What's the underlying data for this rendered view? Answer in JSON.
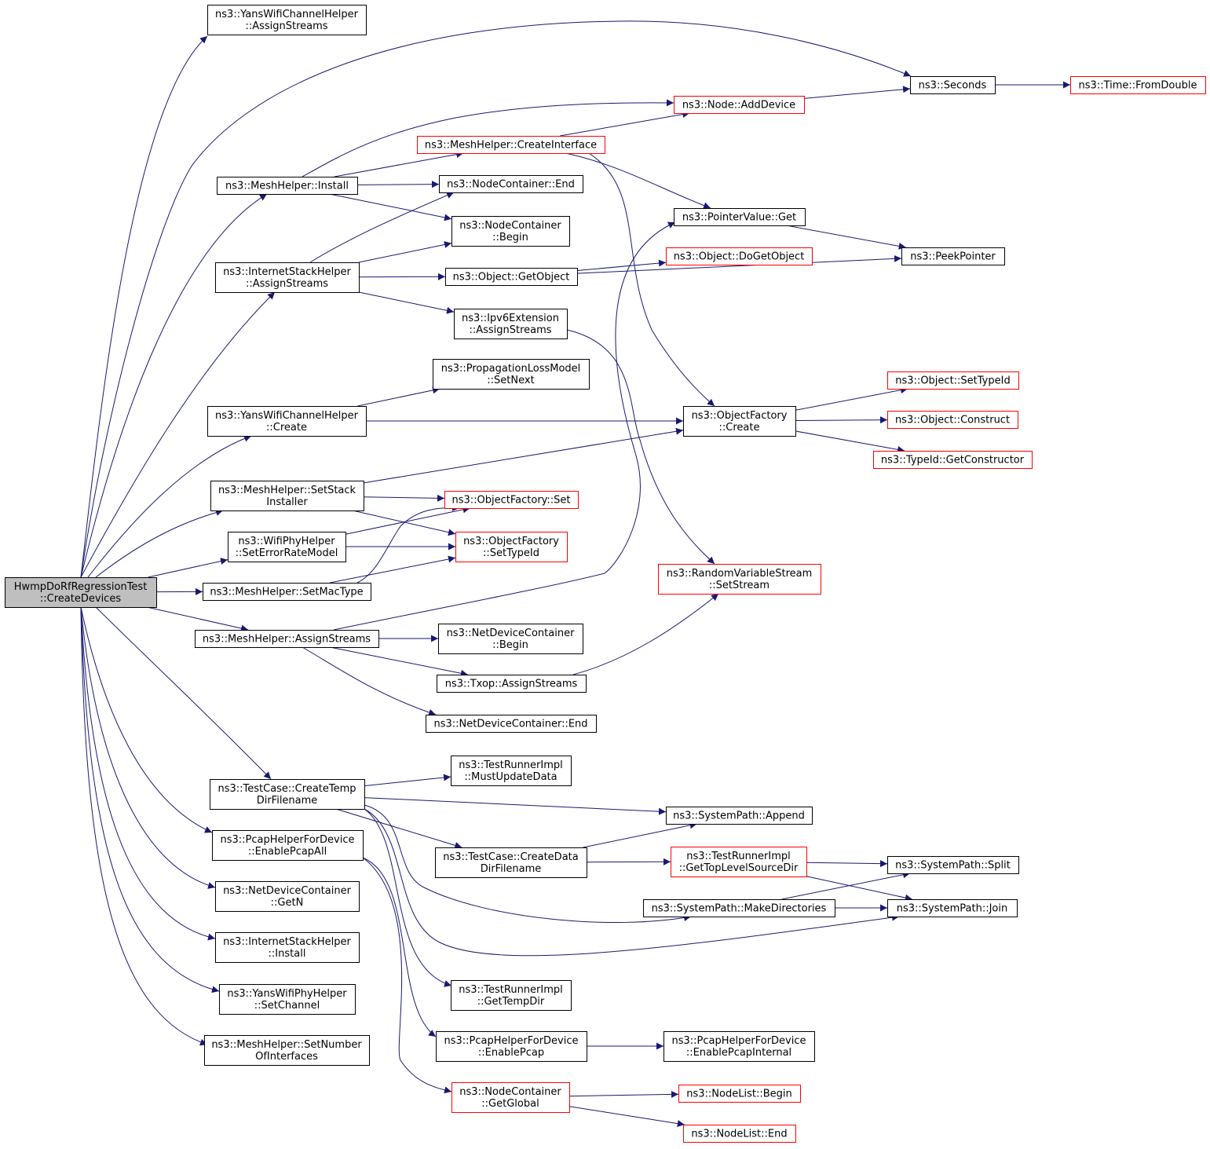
{
  "diagram": {
    "type": "call-graph",
    "colors": {
      "edge": "#191970",
      "node_border": "#000000",
      "truncated_border": "#ff0000",
      "root_fill": "#bfbfbf"
    },
    "nodes": [
      {
        "id": "root",
        "lines": [
          "HwmpDoRfRegressionTest",
          "::CreateDevices"
        ]
      },
      {
        "id": "yans_ch_assign",
        "lines": [
          "ns3::YansWifiChannelHelper",
          "::AssignStreams"
        ]
      },
      {
        "id": "mesh_install",
        "lines": [
          "ns3::MeshHelper::Install"
        ]
      },
      {
        "id": "inet_assign",
        "lines": [
          "ns3::InternetStackHelper",
          "::AssignStreams"
        ]
      },
      {
        "id": "yans_ch_create",
        "lines": [
          "ns3::YansWifiChannelHelper",
          "::Create"
        ]
      },
      {
        "id": "mesh_setstack",
        "lines": [
          "ns3::MeshHelper::SetStack",
          "Installer"
        ]
      },
      {
        "id": "wifiphy_seterr",
        "lines": [
          "ns3::WifiPhyHelper",
          "::SetErrorRateModel"
        ]
      },
      {
        "id": "mesh_setmac",
        "lines": [
          "ns3::MeshHelper::SetMacType"
        ]
      },
      {
        "id": "mesh_assign",
        "lines": [
          "ns3::MeshHelper::AssignStreams"
        ]
      },
      {
        "id": "tc_tempdir",
        "lines": [
          "ns3::TestCase::CreateTemp",
          "DirFilename"
        ]
      },
      {
        "id": "pcap_all",
        "lines": [
          "ns3::PcapHelperForDevice",
          "::EnablePcapAll"
        ]
      },
      {
        "id": "ndc_getn",
        "lines": [
          "ns3::NetDeviceContainer",
          "::GetN"
        ]
      },
      {
        "id": "inet_install",
        "lines": [
          "ns3::InternetStackHelper",
          "::Install"
        ]
      },
      {
        "id": "yansphy_setch",
        "lines": [
          "ns3::YansWifiPhyHelper",
          "::SetChannel"
        ]
      },
      {
        "id": "mesh_setnum",
        "lines": [
          "ns3::MeshHelper::SetNumber",
          "OfInterfaces"
        ]
      },
      {
        "id": "mesh_createif",
        "lines": [
          "ns3::MeshHelper::CreateInterface"
        ],
        "truncated": true
      },
      {
        "id": "nc_end",
        "lines": [
          "ns3::NodeContainer::End"
        ]
      },
      {
        "id": "nc_begin",
        "lines": [
          "ns3::NodeContainer",
          "::Begin"
        ]
      },
      {
        "id": "obj_getobj",
        "lines": [
          "ns3::Object::GetObject"
        ]
      },
      {
        "id": "ipv6_assign",
        "lines": [
          "ns3::Ipv6Extension",
          "::AssignStreams"
        ]
      },
      {
        "id": "ploss_setnext",
        "lines": [
          "ns3::PropagationLossModel",
          "::SetNext"
        ]
      },
      {
        "id": "of_set",
        "lines": [
          "ns3::ObjectFactory::Set"
        ],
        "truncated": true
      },
      {
        "id": "of_settypeid",
        "lines": [
          "ns3::ObjectFactory",
          "::SetTypeId"
        ],
        "truncated": true
      },
      {
        "id": "ndc_begin",
        "lines": [
          "ns3::NetDeviceContainer",
          "::Begin"
        ]
      },
      {
        "id": "txop_assign",
        "lines": [
          "ns3::Txop::AssignStreams"
        ]
      },
      {
        "id": "ndc_end",
        "lines": [
          "ns3::NetDeviceContainer::End"
        ]
      },
      {
        "id": "tri_mustupdate",
        "lines": [
          "ns3::TestRunnerImpl",
          "::MustUpdateData"
        ]
      },
      {
        "id": "tc_datadir",
        "lines": [
          "ns3::TestCase::CreateData",
          "DirFilename"
        ]
      },
      {
        "id": "tri_tempdir",
        "lines": [
          "ns3::TestRunnerImpl",
          "::GetTempDir"
        ]
      },
      {
        "id": "pcap_enable",
        "lines": [
          "ns3::PcapHelperForDevice",
          "::EnablePcap"
        ]
      },
      {
        "id": "nc_global",
        "lines": [
          "ns3::NodeContainer",
          "::GetGlobal"
        ],
        "truncated": true
      },
      {
        "id": "node_adddev",
        "lines": [
          "ns3::Node::AddDevice"
        ],
        "truncated": true
      },
      {
        "id": "pv_get",
        "lines": [
          "ns3::PointerValue::Get"
        ]
      },
      {
        "id": "obj_dogetobj",
        "lines": [
          "ns3::Object::DoGetObject"
        ],
        "truncated": true
      },
      {
        "id": "of_create",
        "lines": [
          "ns3::ObjectFactory",
          "::Create"
        ]
      },
      {
        "id": "rvs_setstream",
        "lines": [
          "ns3::RandomVariableStream",
          "::SetStream"
        ],
        "truncated": true
      },
      {
        "id": "sp_append",
        "lines": [
          "ns3::SystemPath::Append"
        ]
      },
      {
        "id": "tri_toplevel",
        "lines": [
          "ns3::TestRunnerImpl",
          "::GetTopLevelSourceDir"
        ],
        "truncated": true
      },
      {
        "id": "sp_makedirs",
        "lines": [
          "ns3::SystemPath::MakeDirectories"
        ]
      },
      {
        "id": "pcap_internal",
        "lines": [
          "ns3::PcapHelperForDevice",
          "::EnablePcapInternal"
        ]
      },
      {
        "id": "nl_begin",
        "lines": [
          "ns3::NodeList::Begin"
        ],
        "truncated": true
      },
      {
        "id": "nl_end",
        "lines": [
          "ns3::NodeList::End"
        ],
        "truncated": true
      },
      {
        "id": "seconds",
        "lines": [
          "ns3::Seconds"
        ]
      },
      {
        "id": "peekptr",
        "lines": [
          "ns3::PeekPointer"
        ]
      },
      {
        "id": "obj_settypeid",
        "lines": [
          "ns3::Object::SetTypeId"
        ],
        "truncated": true
      },
      {
        "id": "obj_construct",
        "lines": [
          "ns3::Object::Construct"
        ],
        "truncated": true
      },
      {
        "id": "tid_getctor",
        "lines": [
          "ns3::TypeId::GetConstructor"
        ],
        "truncated": true
      },
      {
        "id": "sp_split",
        "lines": [
          "ns3::SystemPath::Split"
        ]
      },
      {
        "id": "sp_join",
        "lines": [
          "ns3::SystemPath::Join"
        ]
      },
      {
        "id": "time_fromdouble",
        "lines": [
          "ns3::Time::FromDouble"
        ],
        "truncated": true
      }
    ],
    "edges": [
      [
        "root",
        "yans_ch_assign"
      ],
      [
        "root",
        "seconds"
      ],
      [
        "root",
        "mesh_install"
      ],
      [
        "root",
        "inet_assign"
      ],
      [
        "root",
        "yans_ch_create"
      ],
      [
        "root",
        "mesh_setstack"
      ],
      [
        "root",
        "wifiphy_seterr"
      ],
      [
        "root",
        "mesh_setmac"
      ],
      [
        "root",
        "mesh_assign"
      ],
      [
        "root",
        "tc_tempdir"
      ],
      [
        "root",
        "pcap_all"
      ],
      [
        "root",
        "ndc_getn"
      ],
      [
        "root",
        "inet_install"
      ],
      [
        "root",
        "yansphy_setch"
      ],
      [
        "root",
        "mesh_setnum"
      ],
      [
        "mesh_install",
        "node_adddev"
      ],
      [
        "mesh_install",
        "mesh_createif"
      ],
      [
        "mesh_install",
        "nc_end"
      ],
      [
        "mesh_install",
        "nc_begin"
      ],
      [
        "mesh_createif",
        "node_adddev"
      ],
      [
        "mesh_createif",
        "pv_get"
      ],
      [
        "mesh_createif",
        "of_create"
      ],
      [
        "node_adddev",
        "seconds"
      ],
      [
        "seconds",
        "time_fromdouble"
      ],
      [
        "inet_assign",
        "nc_end"
      ],
      [
        "inet_assign",
        "nc_begin"
      ],
      [
        "inet_assign",
        "obj_getobj"
      ],
      [
        "inet_assign",
        "ipv6_assign"
      ],
      [
        "obj_getobj",
        "obj_dogetobj"
      ],
      [
        "obj_getobj",
        "peekptr"
      ],
      [
        "pv_get",
        "peekptr"
      ],
      [
        "ipv6_assign",
        "rvs_setstream"
      ],
      [
        "yans_ch_create",
        "ploss_setnext"
      ],
      [
        "yans_ch_create",
        "of_create"
      ],
      [
        "of_create",
        "obj_settypeid"
      ],
      [
        "of_create",
        "obj_construct"
      ],
      [
        "of_create",
        "tid_getctor"
      ],
      [
        "mesh_setstack",
        "of_create"
      ],
      [
        "mesh_setstack",
        "of_set"
      ],
      [
        "mesh_setstack",
        "of_settypeid"
      ],
      [
        "wifiphy_seterr",
        "of_set"
      ],
      [
        "wifiphy_seterr",
        "of_settypeid"
      ],
      [
        "mesh_setmac",
        "of_set"
      ],
      [
        "mesh_setmac",
        "of_settypeid"
      ],
      [
        "mesh_assign",
        "pv_get"
      ],
      [
        "mesh_assign",
        "ndc_begin"
      ],
      [
        "mesh_assign",
        "txop_assign"
      ],
      [
        "mesh_assign",
        "ndc_end"
      ],
      [
        "txop_assign",
        "rvs_setstream"
      ],
      [
        "tc_tempdir",
        "tri_mustupdate"
      ],
      [
        "tc_tempdir",
        "sp_append"
      ],
      [
        "tc_tempdir",
        "tc_datadir"
      ],
      [
        "tc_tempdir",
        "sp_makedirs"
      ],
      [
        "tc_tempdir",
        "sp_join"
      ],
      [
        "tc_tempdir",
        "tri_tempdir"
      ],
      [
        "tc_datadir",
        "sp_append"
      ],
      [
        "tc_datadir",
        "tri_toplevel"
      ],
      [
        "tri_toplevel",
        "sp_split"
      ],
      [
        "tri_toplevel",
        "sp_join"
      ],
      [
        "sp_makedirs",
        "sp_split"
      ],
      [
        "sp_makedirs",
        "sp_join"
      ],
      [
        "pcap_all",
        "pcap_enable"
      ],
      [
        "pcap_all",
        "nc_global"
      ],
      [
        "pcap_enable",
        "pcap_internal"
      ],
      [
        "nc_global",
        "nl_begin"
      ],
      [
        "nc_global",
        "nl_end"
      ]
    ]
  }
}
